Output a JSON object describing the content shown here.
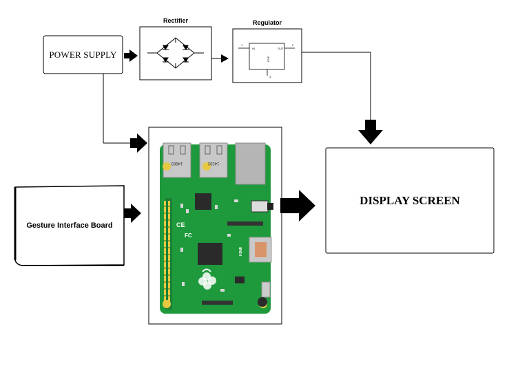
{
  "blocks": {
    "power_supply": "POWER SUPPLY",
    "rectifier": "Rectifier",
    "regulator": "Regulator",
    "gesture_board": "Gesture Interface Board",
    "display_screen": "DISPLAY SCREEN"
  },
  "regulator_pins": {
    "pin1": "1",
    "pin2": "2",
    "pin3": "3",
    "in_label": "IN",
    "out_label": "OUT",
    "gnd_label": "GND"
  },
  "pi_board": {
    "usb_label_1": "14983",
    "usb_label_2": "14202",
    "ce_mark": "CE",
    "fc_mark": "FC",
    "hdmi_mark": "HDMI"
  },
  "colors": {
    "pcb_green": "#1e9a3c",
    "pcb_dark": "#157a2d",
    "gold": "#e6c842",
    "silver": "#c8c8c8",
    "chip": "#2a2a2a",
    "arrow": "#000000"
  }
}
